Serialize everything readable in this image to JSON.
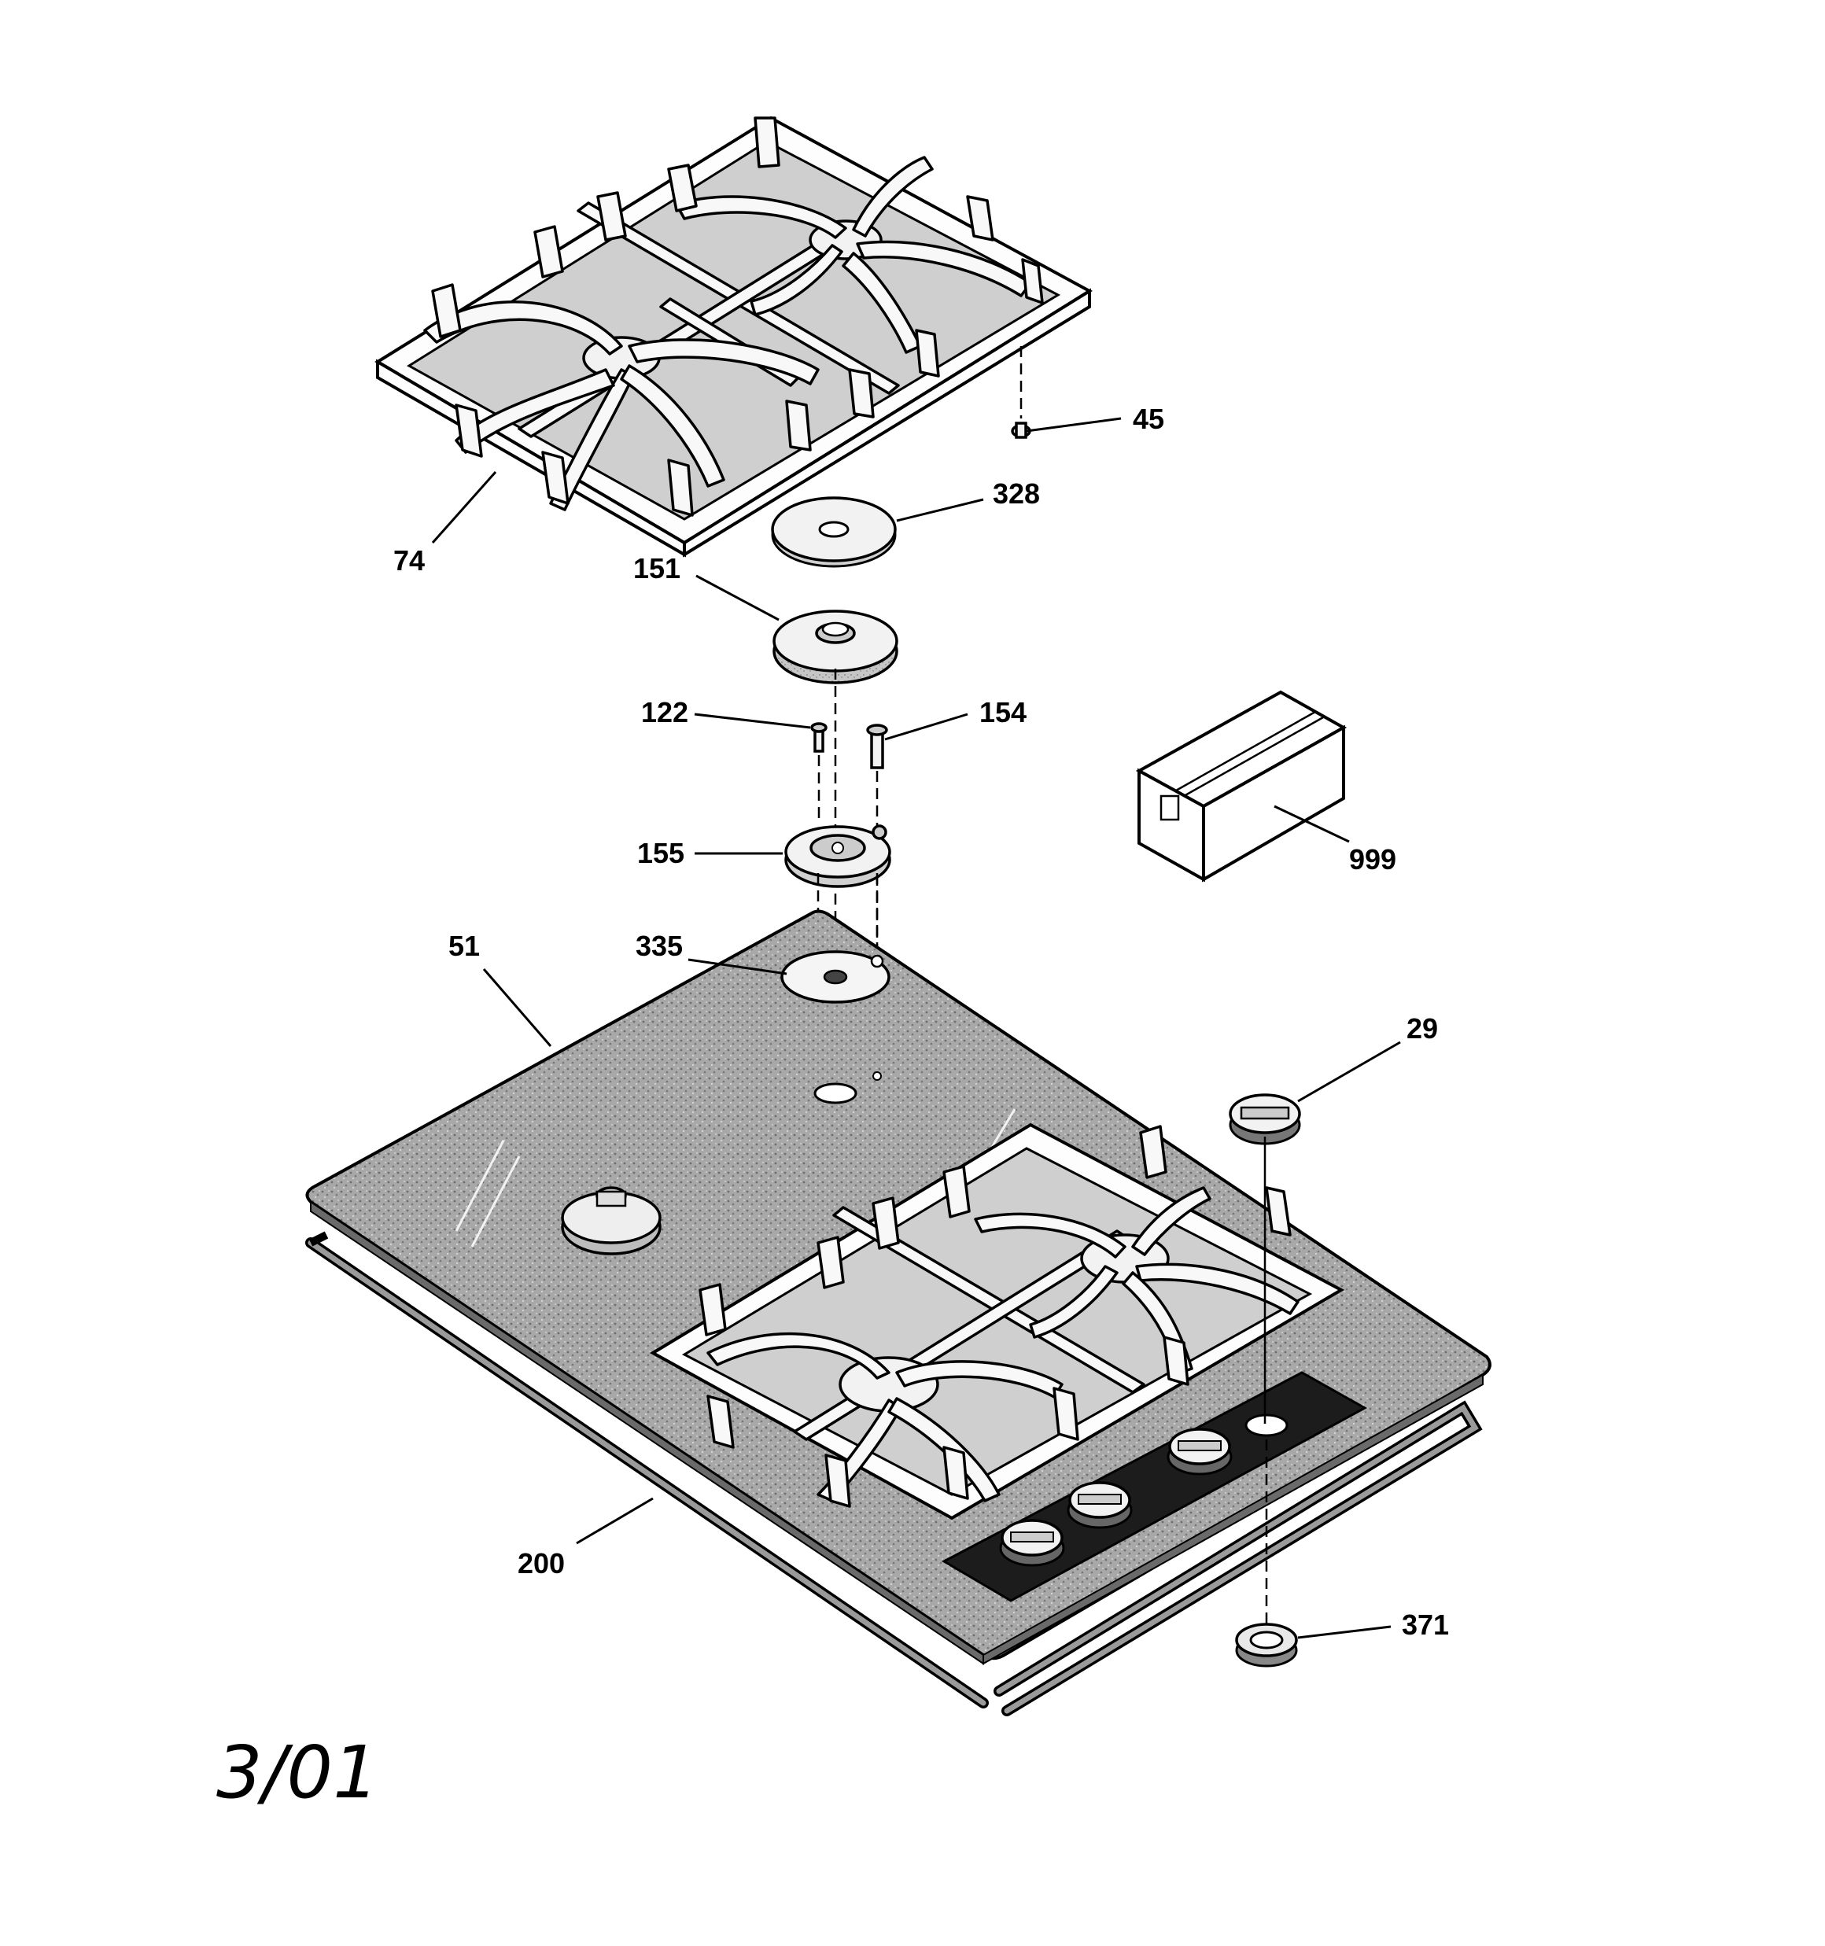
{
  "labels": {
    "p45": "45",
    "p328": "328",
    "p74": "74",
    "p151": "151",
    "p122": "122",
    "p154": "154",
    "p155": "155",
    "p999": "999",
    "p51": "51",
    "p335": "335",
    "p29": "29",
    "p200": "200",
    "p371": "371"
  },
  "date_stamp": "3/01",
  "colors": {
    "glass_top": "#9a9a9a",
    "control_panel": "#1c1c1c",
    "line": "#000000"
  }
}
